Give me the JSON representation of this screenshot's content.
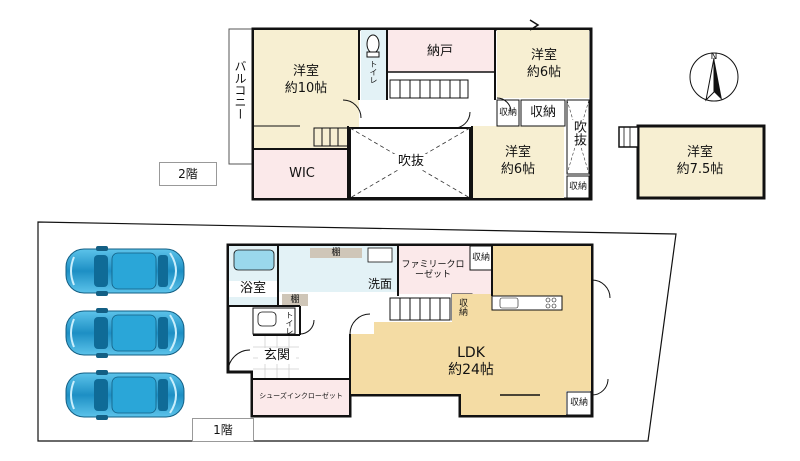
{
  "floor2": {
    "label": "2階",
    "rooms": {
      "western10": {
        "name": "洋室",
        "size": "約10帖"
      },
      "toilet": "トイレ",
      "nando": "納戸",
      "western6a": {
        "name": "洋室",
        "size": "約6帖"
      },
      "balcony": "バルコニー",
      "wic": "WIC",
      "void": "吹抜",
      "western6b": {
        "name": "洋室",
        "size": "約6帖"
      },
      "storage_a": "収納",
      "storage_b": "収納",
      "storage_c": "収納",
      "void2": "吹抜",
      "western75": {
        "name": "洋室",
        "size": "約7.5帖"
      }
    }
  },
  "floor1": {
    "label": "1階",
    "rooms": {
      "shelf_a": "棚",
      "shelf_b": "棚",
      "bath": "浴室",
      "washroom": "洗面",
      "family_closet": "ファミリークローゼット",
      "storage_a": "収納",
      "storage_b": "収納",
      "storage_c": "収納",
      "toilet": "トイレ",
      "entrance": "玄関",
      "shoes_closet": "シューズインクローゼット",
      "ldk": {
        "name": "LDK",
        "size": "約24帖"
      }
    }
  },
  "compass": "N",
  "colors": {
    "room_beige": "#f7efd2",
    "room_pink": "#fbe9ea",
    "room_blue": "#e3f2f6",
    "ldk": "#f4dca4",
    "car": "#29a3d6"
  }
}
